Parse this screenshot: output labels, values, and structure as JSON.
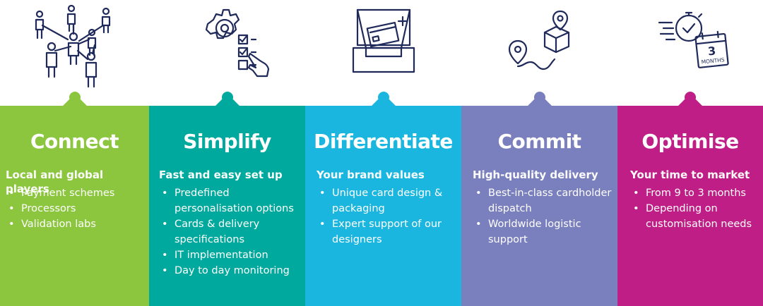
{
  "colors": {
    "connect": "#8cc63f",
    "simplify": "#00a99d",
    "differentiate": "#1bb6e0",
    "commit": "#7a7fbd",
    "optimise": "#bf1e86",
    "dots": [
      "#8cc63f",
      "#00a99d",
      "#1bb6e0",
      "#7a7fbd",
      "#bf1e86"
    ],
    "icon_stroke": "#1f2a5a"
  },
  "icons": [
    "people-network-icon",
    "gear-checklist-icon",
    "card-box-icon",
    "location-delivery-icon",
    "stopwatch-calendar-icon"
  ],
  "calendar_icon": {
    "number": "3",
    "word": "MONTHS"
  },
  "columns": [
    {
      "title": "Connect",
      "subtitle": "Local and global players",
      "bullets": [
        "Payment schemes",
        "Processors",
        "Validation labs"
      ]
    },
    {
      "title": "Simplify",
      "subtitle": "Fast and easy set up",
      "bullets": [
        "Predefined personalisation options",
        "Cards & delivery specifications",
        "IT implementation",
        "Day to day monitoring"
      ]
    },
    {
      "title": "Differentiate",
      "subtitle": "Your brand values",
      "bullets": [
        "Unique card design & packaging",
        "Expert support of our designers"
      ]
    },
    {
      "title": "Commit",
      "subtitle": "High-quality delivery",
      "bullets": [
        "Best-in-class cardholder dispatch",
        "Worldwide logistic support"
      ]
    },
    {
      "title": "Optimise",
      "subtitle": "Your time to market",
      "bullets": [
        "From 9 to 3 months",
        "Depending on customisation needs"
      ]
    }
  ]
}
